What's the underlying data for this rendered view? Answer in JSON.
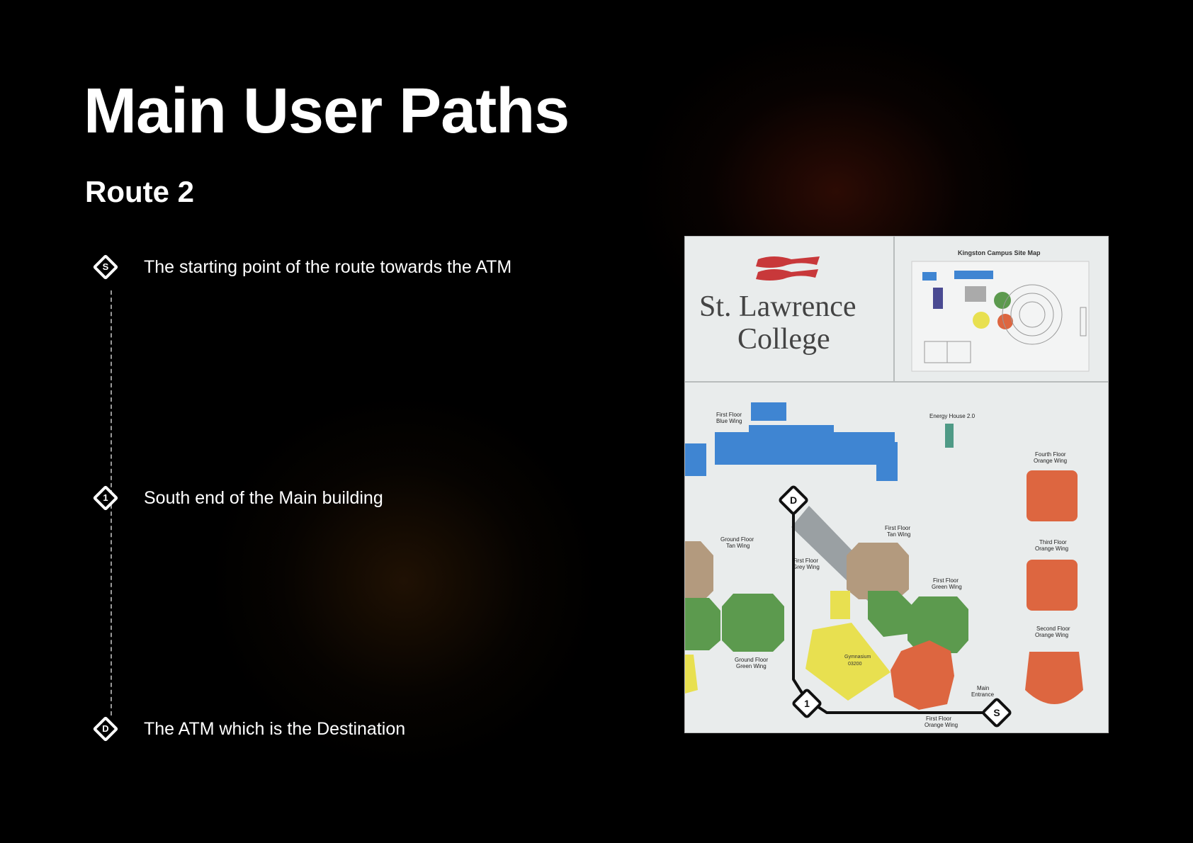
{
  "slide": {
    "title": "Main User Paths",
    "subtitle": "Route 2"
  },
  "steps": [
    {
      "marker": "S",
      "text": "The starting point of the route towards the ATM"
    },
    {
      "marker": "1",
      "text": "South end of the Main building"
    },
    {
      "marker": "D",
      "text": "The ATM which is the Destination"
    }
  ],
  "map": {
    "logo_line1": "St. Lawrence",
    "logo_line2": "College",
    "site_map_title": "Kingston Campus Site Map",
    "labels": {
      "first_floor_blue_wing": [
        "First Floor",
        "Blue Wing"
      ],
      "energy_house": "Energy House 2.0",
      "fourth_floor_orange_wing": [
        "Fourth Floor",
        "Orange Wing"
      ],
      "third_floor_orange_wing": [
        "Third Floor",
        "Orange Wing"
      ],
      "second_floor_orange_wing": [
        "Second Floor",
        "Orange Wing"
      ],
      "first_floor_tan_wing": [
        "First Floor",
        "Tan Wing"
      ],
      "ground_floor_tan_wing": [
        "Ground Floor",
        "Tan Wing"
      ],
      "first_floor_grey_wing": [
        "First Floor",
        "Grey Wing"
      ],
      "first_floor_green_wing": [
        "First Floor",
        "Green Wing"
      ],
      "ground_floor_green_wing": [
        "Ground Floor",
        "Green Wing"
      ],
      "main_entrance": [
        "Main",
        "Entrance"
      ],
      "first_floor_orange_wing": [
        "First Floor",
        "Orange Wing"
      ],
      "gymnasium": "Gymnasium",
      "gym_room": "03200"
    },
    "route_markers": {
      "destination": "D",
      "waypoint": "1",
      "start": "S"
    },
    "colors": {
      "blue_wing": "#3f85d2",
      "orange_wing": "#dd6640",
      "green_wing": "#5c9a4e",
      "tan_wing": "#b39a7e",
      "yellow_gym": "#e8e050",
      "grey_wing": "#9aa0a3",
      "logo_red": "#c8383a",
      "energy_house": "#4f9a86"
    }
  }
}
